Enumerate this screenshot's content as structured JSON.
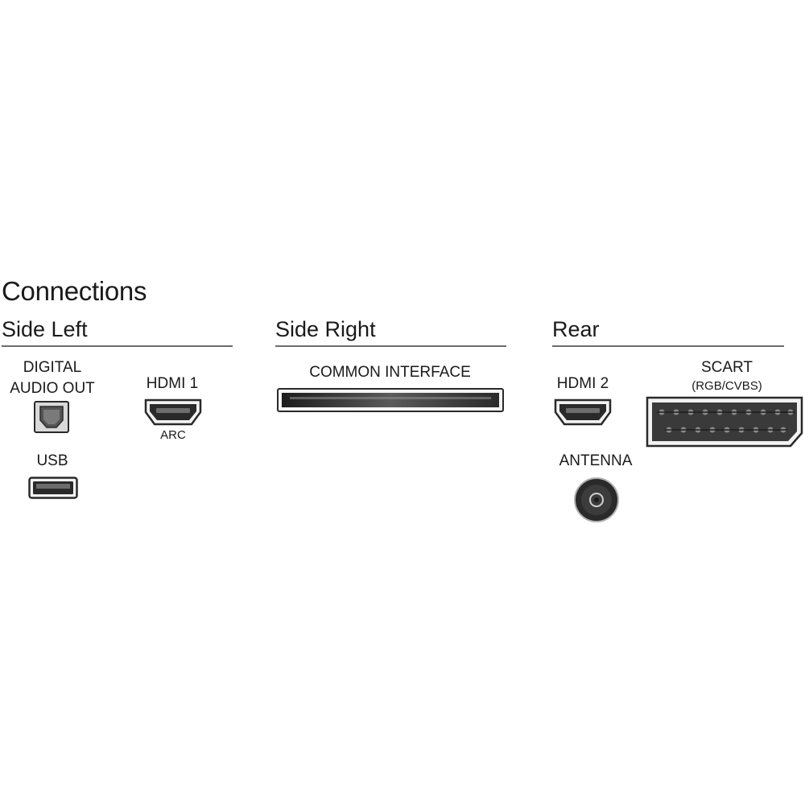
{
  "title": "Connections",
  "sections": {
    "side_left": {
      "heading": "Side Left",
      "ports": {
        "digital_audio_out": {
          "label_line1": "DIGITAL",
          "label_line2": "AUDIO OUT",
          "icon": "optical-port-icon"
        },
        "hdmi1": {
          "label": "HDMI 1",
          "sublabel": "ARC",
          "icon": "hdmi-port-icon"
        },
        "usb": {
          "label": "USB",
          "icon": "usb-port-icon"
        }
      }
    },
    "side_right": {
      "heading": "Side Right",
      "ports": {
        "common_interface": {
          "label": "COMMON INTERFACE",
          "icon": "ci-slot-icon"
        }
      }
    },
    "rear": {
      "heading": "Rear",
      "ports": {
        "hdmi2": {
          "label": "HDMI 2",
          "icon": "hdmi-port-icon"
        },
        "scart": {
          "label": "SCART",
          "sublabel": "(RGB/CVBS)",
          "icon": "scart-port-icon"
        },
        "antenna": {
          "label": "ANTENNA",
          "icon": "antenna-port-icon"
        }
      }
    }
  },
  "colors": {
    "port_dark": "#2a2a2a",
    "port_frame": "#9a9a9a",
    "rule": "#6b6b6b"
  }
}
